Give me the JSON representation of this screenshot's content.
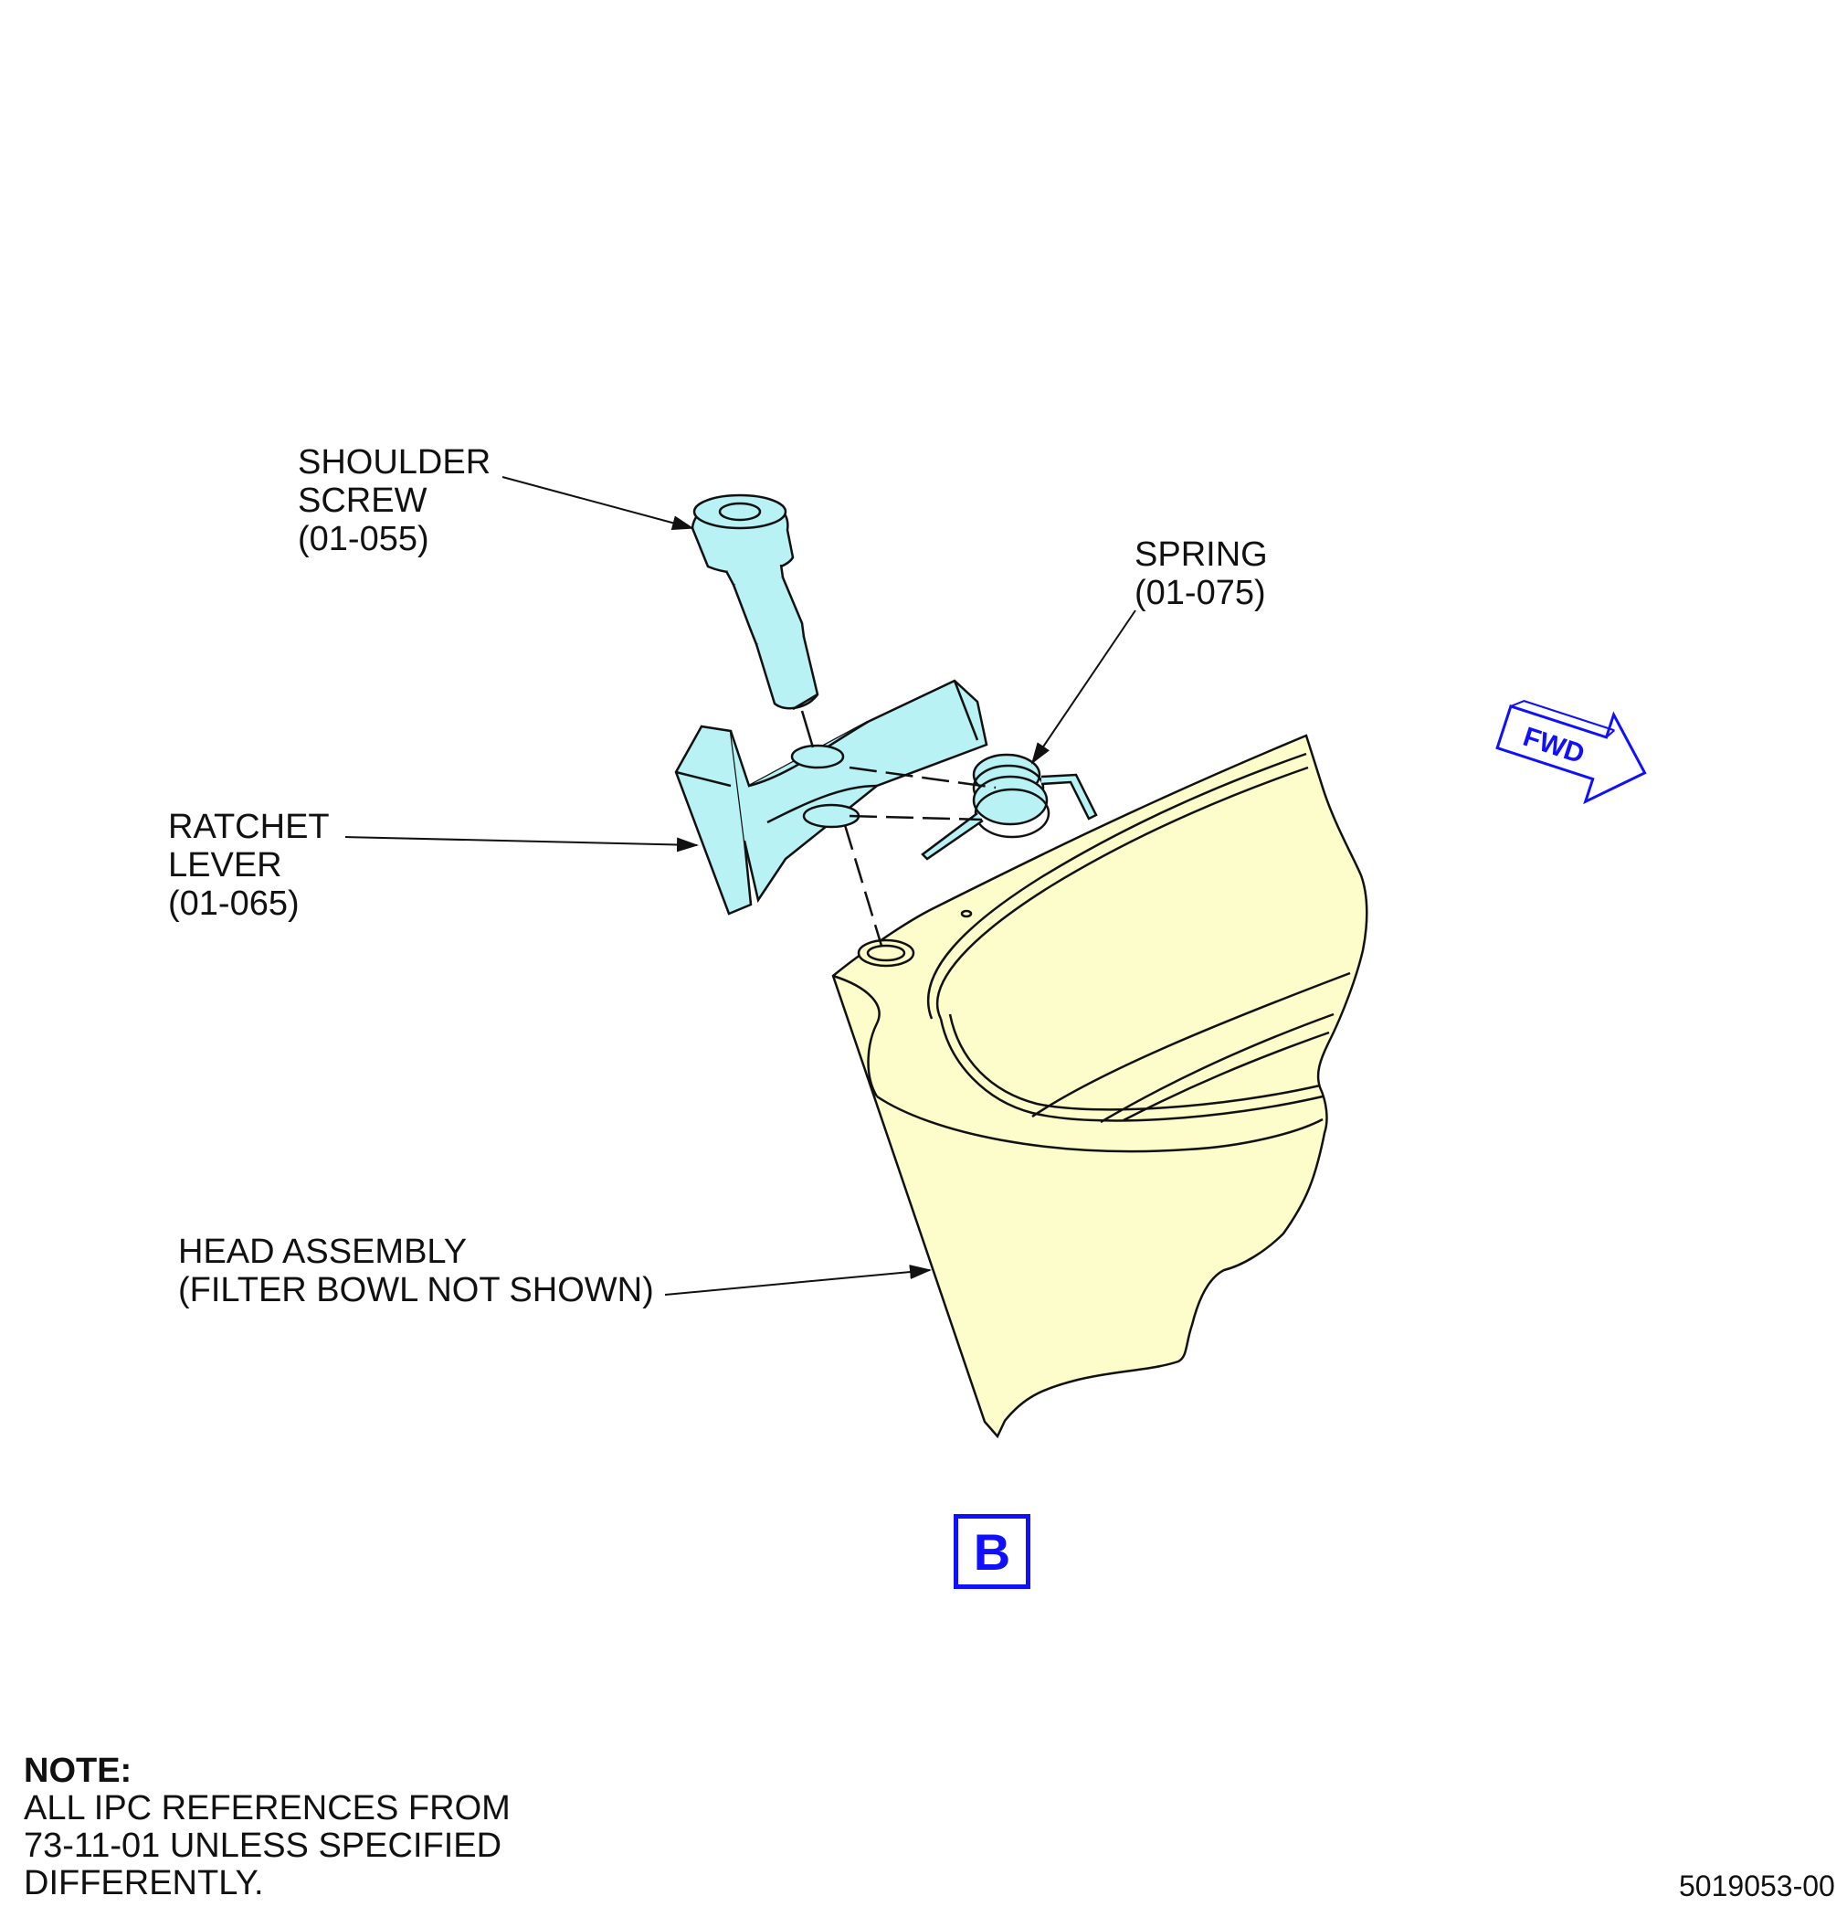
{
  "labels": {
    "shoulder_screw": [
      "SHOULDER",
      "SCREW",
      "(01-055)"
    ],
    "spring": [
      "SPRING",
      "(01-075)"
    ],
    "ratchet_lever": [
      "RATCHET",
      "LEVER",
      "(01-065)"
    ],
    "head_assembly": [
      "HEAD ASSEMBLY",
      "(FILTER BOWL NOT SHOWN)"
    ]
  },
  "fwd_arrow": "FWD",
  "view_letter": "B",
  "note": {
    "heading": "NOTE:",
    "lines": [
      "ALL IPC REFERENCES FROM",
      "73-11-01 UNLESS SPECIFIED",
      "DIFFERENTLY."
    ]
  },
  "figure_id": "5019053-00",
  "colors": {
    "head_fill": "#fdfdcc",
    "part_fill": "#b8f2f5",
    "outline": "#111111",
    "callout_blue": "#1010ff"
  }
}
